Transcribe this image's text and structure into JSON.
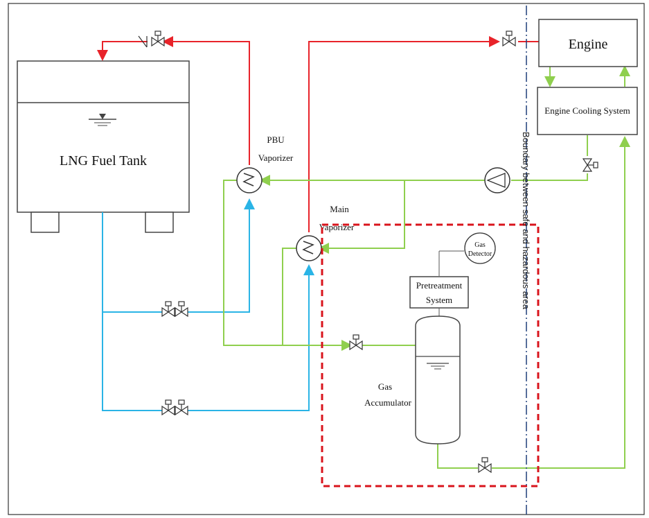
{
  "diagram": {
    "tank_label": "LNG Fuel Tank",
    "pbu_label_1": "PBU",
    "pbu_label_2": "Vaporizer",
    "main_label_1": "Main",
    "main_label_2": "Vaporizer",
    "engine_label": "Engine",
    "cooling_label": "Engine Cooling System",
    "pretreat_label_1": "Pretreatment",
    "pretreat_label_2": "System",
    "detector_label_1": "Gas",
    "detector_label_2": "Detector",
    "accumulator_label_1": "Gas",
    "accumulator_label_2": "Accumulator",
    "boundary_label": "Boundary between safe and hazardous area"
  },
  "colors": {
    "gas_line": "#e8232a",
    "lng_line": "#2ab4e6",
    "glycol_line": "#8fcf4e",
    "hazard_box": "#d9141c",
    "boundary_line": "#1f3f7a",
    "outline": "#333333"
  }
}
